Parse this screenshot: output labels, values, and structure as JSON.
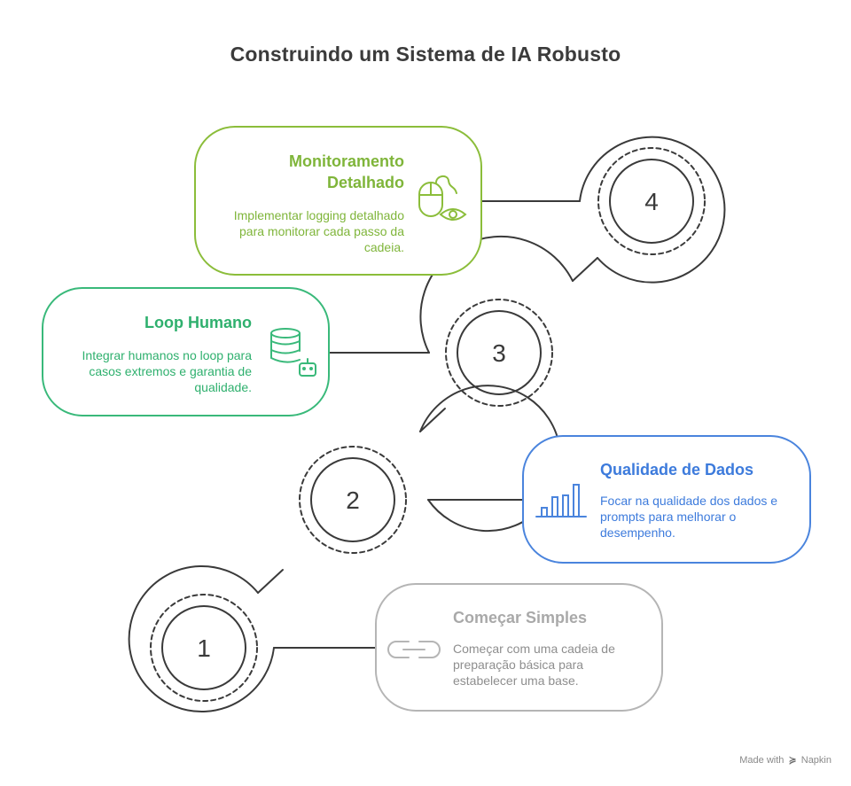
{
  "title": "Construindo um Sistema de IA Robusto",
  "steps": [
    {
      "number": "1",
      "title": "Começar Simples",
      "description": "Começar com uma cadeia de preparação básica para estabelecer uma base.",
      "color": "#b5b5b5",
      "icon": "chain-link-icon"
    },
    {
      "number": "2",
      "title": "Qualidade de Dados",
      "description": "Focar na qualidade dos dados e prompts para melhorar o desempenho.",
      "color": "#4a84dd",
      "icon": "bar-chart-icon"
    },
    {
      "number": "3",
      "title": "Loop Humano",
      "description": "Integrar humanos no loop para casos extremos e garantia de qualidade.",
      "color": "#39b97a",
      "icon": "database-robot-icon"
    },
    {
      "number": "4",
      "title": "Monitoramento Detalhado",
      "description": "Implementar logging detalhado para monitorar cada passo da cadeia.",
      "color": "#8bbd3a",
      "icon": "mouse-eye-icon"
    }
  ],
  "footer": {
    "made_with": "Made with",
    "brand": "Napkin"
  }
}
